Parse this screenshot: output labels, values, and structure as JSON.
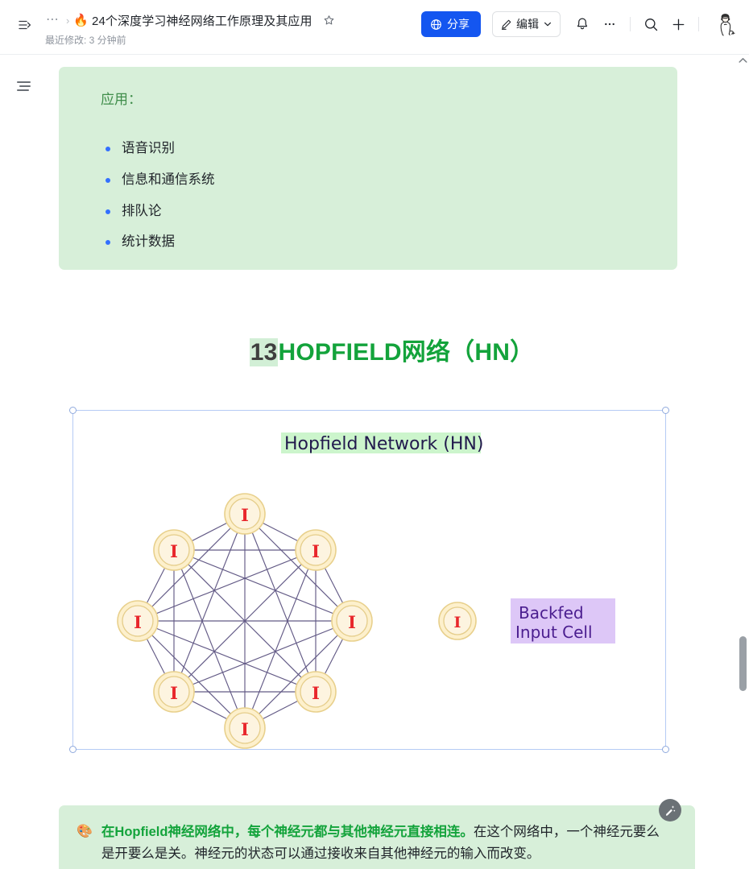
{
  "header": {
    "breadcrumb_dots": "⋯",
    "breadcrumb_separator": "›",
    "doc_emoji": "🔥",
    "doc_title": "24个深度学习神经网络工作原理及其应用",
    "modified_text": "最近修改: 3 分钟前",
    "share_label": "分享",
    "edit_label": "编辑",
    "accent_color": "#1456f0"
  },
  "document": {
    "top_callout": {
      "label": "应用：",
      "label_color": "#3f8d4a",
      "background": "#d7efd9",
      "bullets": [
        "语音识别",
        "信息和通信系统",
        "排队论",
        "统计数据"
      ]
    },
    "heading": {
      "number": "13",
      "number_color": "#3f3f3f",
      "number_highlight": "#d2efd6",
      "text": "HOPFIELD网络（HN）",
      "text_color": "#13a33b"
    },
    "image_block": {
      "diagram_title": "Hopfield Network (HN)",
      "diagram_title_color": "#221a4d",
      "diagram_title_highlight": "#ccf5cc",
      "node_label": "I",
      "node_label_color": "#e8272c",
      "node_fill": "#fdeec4",
      "node_stroke": "#e8cf87",
      "edge_color": "#564d7c",
      "legend": {
        "line1": "Backfed",
        "line2": "Input Cell",
        "text_color": "#4a1d8f",
        "background": "#ddc7f7"
      },
      "node_count": 8
    },
    "bottom_callout": {
      "background": "#d7efd9",
      "emoji": "🎨",
      "highlight_text": "在Hopfield神经网络中，每个神经元都与其他神经元直接相连。",
      "highlight_color": "#13a33b",
      "normal_text": "在这个网络中，一个神经元要么是开要么是关。神经元的状态可以通过接收来自其他神经元的输入而改变。"
    }
  }
}
